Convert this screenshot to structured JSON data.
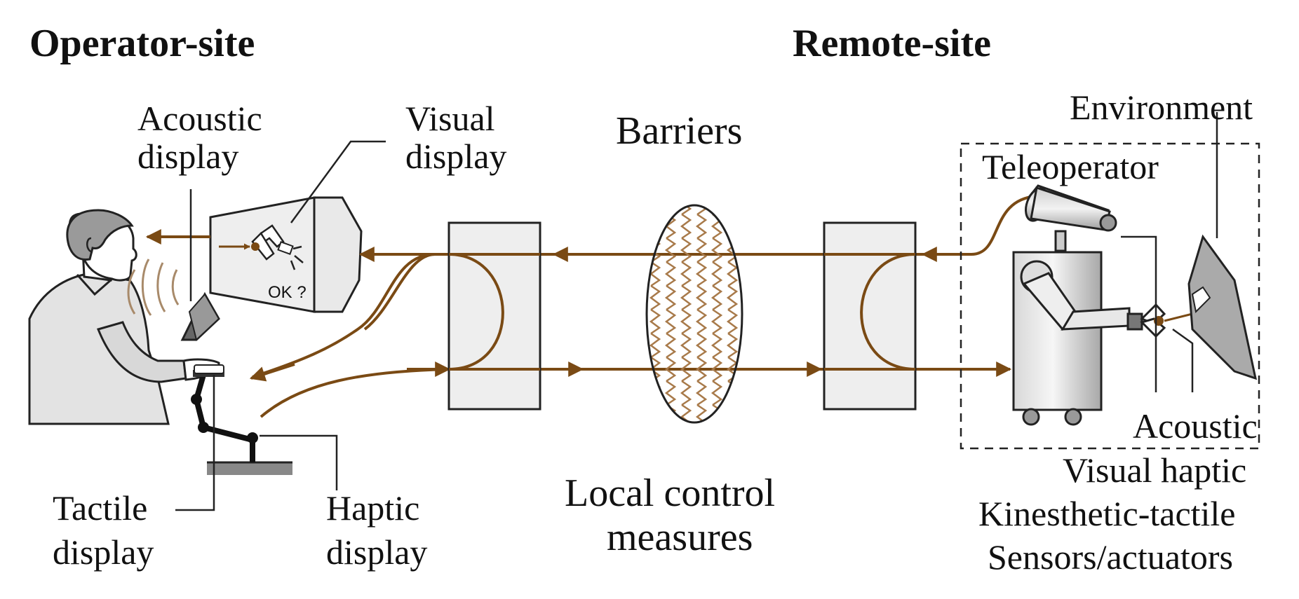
{
  "headings": {
    "operator_site": "Operator-site",
    "remote_site": "Remote-site"
  },
  "labels": {
    "acoustic_display_1": "Acoustic",
    "acoustic_display_2": "display",
    "visual_display_1": "Visual",
    "visual_display_2": "display",
    "barriers": "Barriers",
    "environment": "Environment",
    "teleoperator": "Teleoperator",
    "tactile_display_1": "Tactile",
    "tactile_display_2": "display",
    "haptic_display_1": "Haptic",
    "haptic_display_2": "display",
    "local_control_1": "Local control",
    "local_control_2": "measures",
    "sensor_acoustic": "Acoustic",
    "sensor_visual_haptic": "Visual haptic",
    "sensor_kinesthetic": "Kinesthetic-tactile",
    "sensor_actuators": "Sensors/actuators",
    "screen_text": "OK ?"
  },
  "colors": {
    "signal": "#7a4a14",
    "outline": "#222222",
    "box_fill": "#eeeeee",
    "barrier_zigzag": "#a87a4a"
  }
}
